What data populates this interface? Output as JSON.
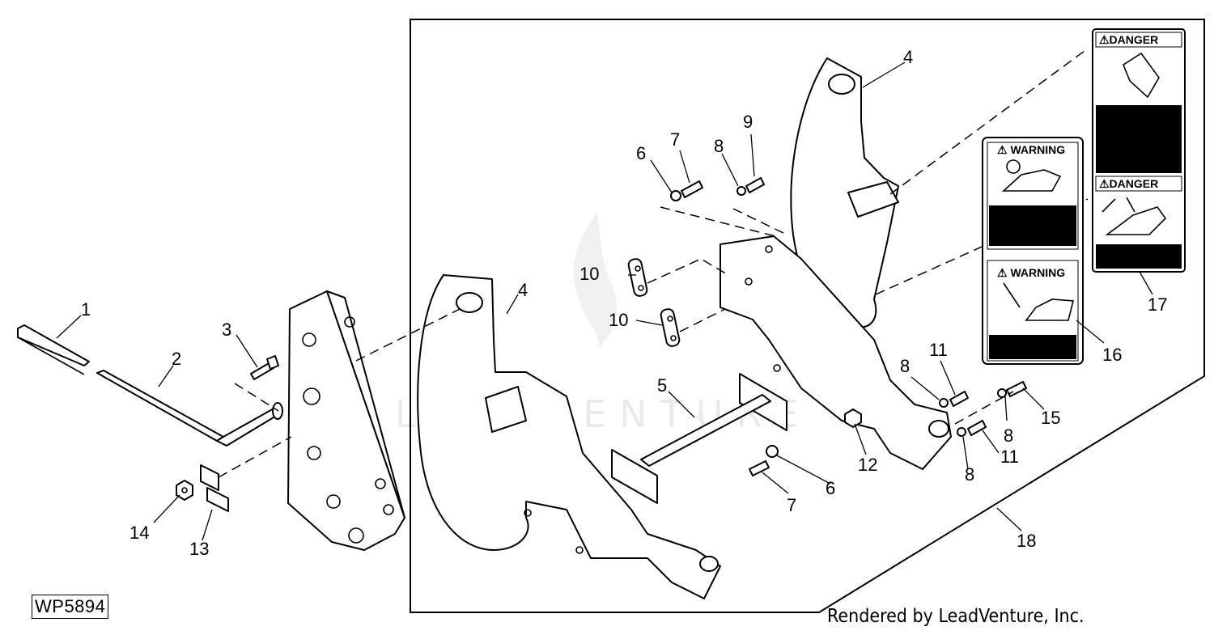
{
  "figure_id": "WP5894",
  "credit": "Rendered by LeadVenture, Inc.",
  "watermark": "LEADVENTURE",
  "callouts": {
    "c1": "1",
    "c2": "2",
    "c3": "3",
    "c4a": "4",
    "c4b": "4",
    "c5": "5",
    "c6a": "6",
    "c6b": "6",
    "c7a": "7",
    "c7b": "7",
    "c8a": "8",
    "c8b": "8",
    "c8c": "8",
    "c8d": "8",
    "c9": "9",
    "c10a": "10",
    "c10b": "10",
    "c11a": "11",
    "c11b": "11",
    "c12": "12",
    "c13": "13",
    "c14": "14",
    "c15": "15",
    "c16": "16",
    "c17": "17",
    "c18": "18"
  },
  "decals": {
    "danger_top": "⚠DANGER",
    "danger_bottom": "⚠DANGER",
    "warning_top": "⚠ WARNING",
    "warning_bottom": "⚠ WARNING"
  }
}
